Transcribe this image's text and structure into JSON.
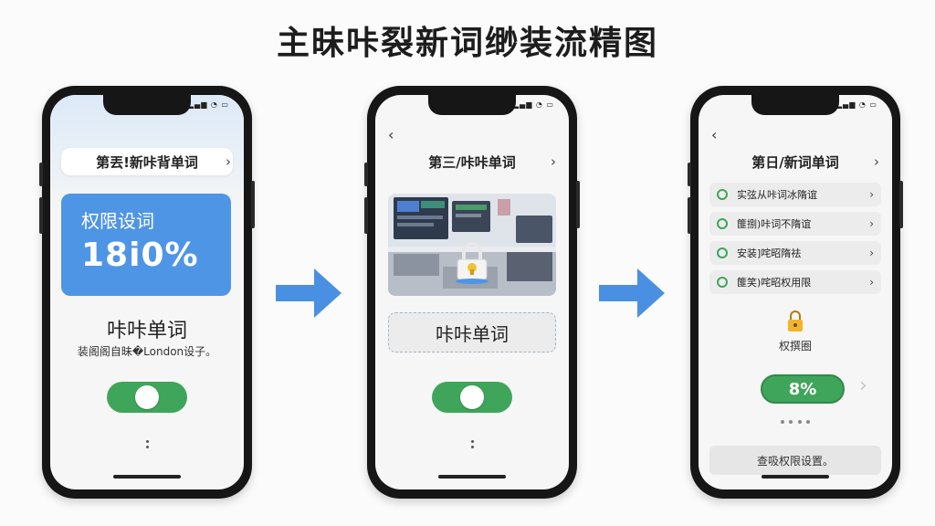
{
  "title": "主昧咔裂新词缈装流精图",
  "colors": {
    "blue": "#4f95e6",
    "green": "#3fa55b",
    "arrow": "#4a90e2"
  },
  "phone1": {
    "header": "第丟!新咔背单词",
    "card_label": "权限设词",
    "card_value": "18i0%",
    "main_label": "咔咔单词",
    "sub_label": "装阁阁自昧�London设子。",
    "toggle_on": true
  },
  "phone2": {
    "back": "‹",
    "header": "第三/咔咔单词",
    "box_label": "咔咔单词",
    "toggle_on": true
  },
  "phone3": {
    "back": "‹",
    "header": "第日/新词单词",
    "items": [
      "实弦从咔词冰隋谊",
      "篚捌)咔词不隋谊",
      "安装]咤昭隋祛",
      "篚笑)咤昭权用限"
    ],
    "perm_label": "权撰圈",
    "percent": "8%",
    "bottom_button": "查吸权限设置。"
  }
}
